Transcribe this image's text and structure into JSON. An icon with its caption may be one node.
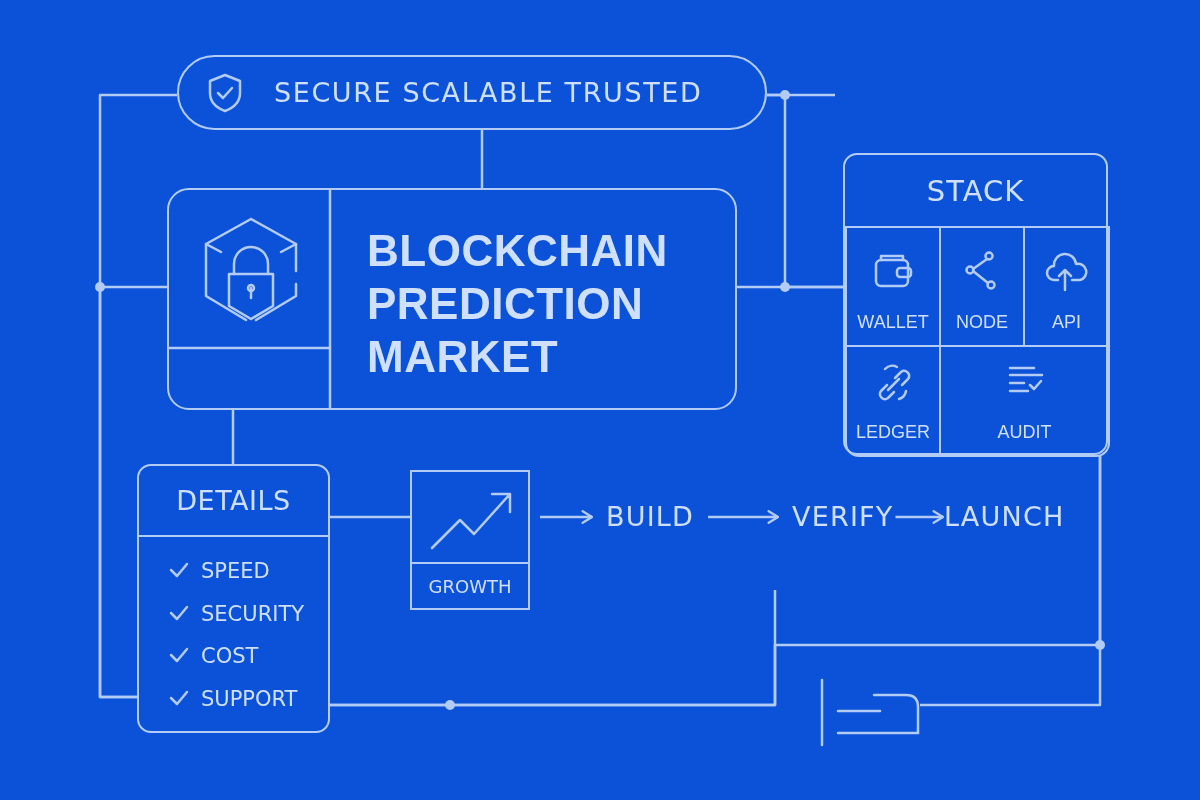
{
  "diagram": {
    "nodes": [
      {
        "text": [
          "SECURE SCALABLE TRUSTED"
        ]
      },
      {
        "text": [
          "BLOCKCHAIN PREDICTION MARKET"
        ]
      },
      {
        "text": [
          "STACK"
        ]
      },
      {
        "text": [
          "WALLET"
        ],
        "in": 2
      },
      {
        "text": [
          "NODE"
        ],
        "in": 2
      },
      {
        "text": [
          "API"
        ],
        "in": 2
      },
      {
        "text": [
          "LEDGER"
        ],
        "in": 2
      },
      {
        "text": [
          "AUDIT"
        ],
        "in": 2
      },
      {
        "text": [
          "DETAILS",
          "SPEED",
          "SECURITY",
          "COST",
          "SUPPORT"
        ]
      },
      {
        "text": [
          "GROWTH"
        ]
      },
      {
        "text": [
          "BUILD"
        ]
      },
      {
        "text": [
          "VERIFY"
        ]
      },
      {
        "text": [
          "LAUNCH"
        ]
      },
      {
        "text": [],
        "shape": "box"
      }
    ],
    "edges": [
      {
        "from": 0,
        "to": 1,
        "arrow": "none"
      },
      {
        "from": 1,
        "to": 2,
        "arrow": "none"
      },
      {
        "from": 0,
        "to": 2,
        "arrow": "none"
      },
      {
        "from": 0,
        "to": null,
        "arrow": "none"
      },
      {
        "from": 0,
        "to": 8,
        "arrow": "none"
      },
      {
        "from": 1,
        "to": 8,
        "arrow": "none"
      },
      {
        "from": 1,
        "to": 8,
        "arrow": "none"
      },
      {
        "from": 8,
        "to": 9,
        "arrow": "none"
      },
      {
        "from": 9,
        "to": 10,
        "arrow": "to"
      },
      {
        "from": 10,
        "to": 11,
        "arrow": "to"
      },
      {
        "from": 11,
        "to": 12,
        "arrow": "to"
      },
      {
        "from": 8,
        "to": 2,
        "arrow": "none"
      },
      {
        "from": 2,
        "to": 13,
        "arrow": "none"
      },
      {
        "from": 8,
        "to": null,
        "arrow": "none"
      }
    ]
  }
}
